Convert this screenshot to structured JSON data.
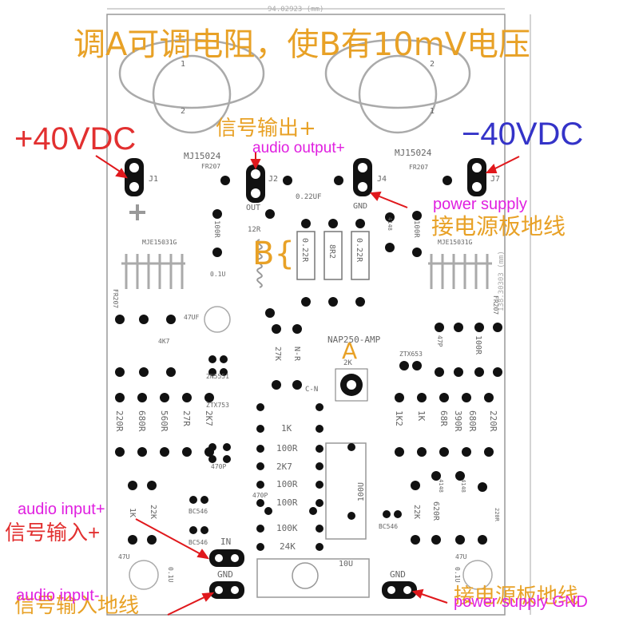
{
  "annotations": {
    "title": "调A可调电阻，使B有10mV电压",
    "plus40": "+40VDC",
    "minus40": "−40VDC",
    "signal_out_cn": "信号输出+",
    "audio_output": "audio output+",
    "power_supply": "power supply",
    "gnd_cn": "接电源板地线",
    "label_b": "B{",
    "label_a": "A",
    "audio_input_plus": "audio input+",
    "signal_in_cn": "信号输入+",
    "audio_input_minus": "audio input-",
    "signal_in_gnd_cn": "信号输入地线",
    "power_gnd_cn": "接电源板地线",
    "power_supply_gnd": "power supply GND"
  },
  "pcb": {
    "width_dim": "94.02923 (mm)",
    "height_dim": "138.30303 (mm)",
    "board_name": "NAP250-AMP",
    "mj_left": "MJ15024",
    "mj_right": "MJ15024",
    "j1": "J1",
    "j2": "J2",
    "j4": "J4",
    "j7": "J7",
    "out": "OUT",
    "gnd_top": "GND",
    "in": "IN",
    "gnd_in": "GND",
    "gnd_ps": "GND",
    "fr207_left": "FR207",
    "fr207_right": "FR207",
    "fr207_side_left": "FR207",
    "fr207_side_right": "FR207",
    "cap_022uf": "0.22UF",
    "r_0_22r_a": "0.22R",
    "r_8r2": "8R2",
    "r_0_22r_b": "0.22R",
    "r_100r_top": "100R",
    "r_12r": "12R",
    "r_100r_right": "100R",
    "mje_left": "MJE15031G",
    "mje_right": "MJE15031G",
    "cap_01u": "0.1U",
    "cap_47uf": "47UF",
    "r_4k7": "4K7",
    "q_2n5551": "2N5551",
    "r_27k": "27K",
    "r_nr": "N-R",
    "pot_2k": "2K",
    "c_n": "C-N",
    "ztx653": "ZTX653",
    "cap_47p_right": "47P",
    "r_100r_far_right": "100R",
    "pin1": "1",
    "pin2": "2",
    "pin2b": "2",
    "pin1b": "1",
    "ztx753": "ZTX753",
    "cap_470p_left": "470P",
    "res_left": [
      "220R",
      "680R",
      "560R",
      "27R",
      "2K7"
    ],
    "res_right": [
      "1K2",
      "1K",
      "68R",
      "390R",
      "680R",
      "220R"
    ],
    "center_res": [
      "1K",
      "100R",
      "2K7",
      "100R",
      "100R",
      "100K",
      "24K"
    ],
    "cap_470p_center": "470P",
    "cap_10u": "10U",
    "cap_100u": "100U",
    "bc546_a": "BC546",
    "bc546_b": "BC546",
    "bc546_c": "BC546",
    "r_1k_bl": "1K",
    "r_22k_bl": "22K",
    "r_22k_br": "22K",
    "r_620r_br": "620R",
    "d4148_a": "4148",
    "d4148_b": "4148",
    "d4148_c": "4148",
    "r_220_far": "220R",
    "cap_47u_left": "47U",
    "cap_47u_right": "47U",
    "cap_01u_left": "0.1U",
    "cap_01u_right": "0.1U"
  }
}
